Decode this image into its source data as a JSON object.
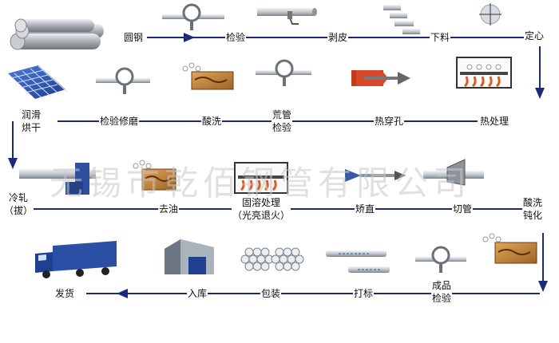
{
  "colors": {
    "flow_line": "#1c2a7a",
    "steel": "#b9bec4",
    "wood": "#c7893b",
    "flame": "#e05a1e",
    "truck": "#1f3f8f"
  },
  "watermark": "无锡市乾佰钢管有限公司",
  "steps": {
    "yuangang": "圆钢",
    "jianyan": "检验",
    "bopi": "剥皮",
    "xialiao": "下料",
    "dingxin": "定心",
    "rechuli": "热处理",
    "rechuankong": "热穿孔",
    "huangguan_1": "荒管",
    "huangguan_2": "检验",
    "suanxi": "酸洗",
    "jianyanxiumo": "检验修磨",
    "runhua_1": "润滑",
    "runhua_2": "烘干",
    "lengza_1": "冷轧",
    "lengza_2": "（拔）",
    "quyou": "去油",
    "gurong_1": "固溶处理",
    "gurong_2": "（光亮退火）",
    "jiaozhi": "矫直",
    "qieguan": "切管",
    "suanxi2_1": "酸洗",
    "suanxi2_2": "钝化",
    "chengpin_1": "成品",
    "chengpin_2": "检验",
    "dabiao": "打标",
    "baozhuang": "包装",
    "ruku": "入库",
    "fahuo": "发货"
  }
}
